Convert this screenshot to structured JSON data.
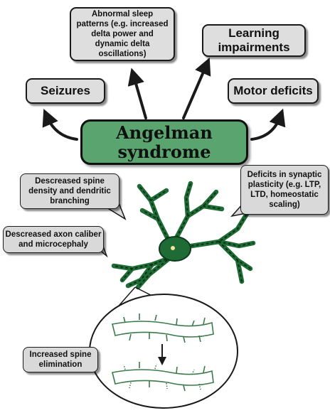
{
  "title": "Angelman syndrome",
  "top_effects": {
    "seizures": "Seizures",
    "sleep": "Abnormal sleep patterns (e.g. increased delta power and dynamic delta oscillations)",
    "learning": "Learning impairments",
    "motor": "Motor deficits"
  },
  "cellular_effects": {
    "spine_density": "Descreased spine density and dendritic branching",
    "axon": "Descreased axon caliber and microcephaly",
    "synaptic": "Deficits in synaptic plasticity (e.g. LTP, LTD, homeostatic scaling)",
    "spine_elimination": "Increased spine elimination"
  },
  "colors": {
    "main_box": "#5aa56f",
    "neuron": "#1e6b35",
    "boxes": "#dedede",
    "callouts": "#d9d9d9"
  }
}
